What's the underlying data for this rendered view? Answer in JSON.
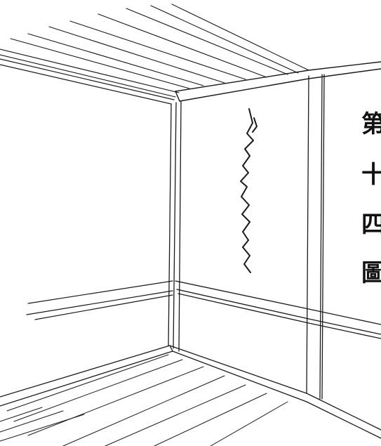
{
  "caption": {
    "chars": [
      "第",
      "十",
      "四",
      "圖"
    ]
  },
  "colors": {
    "ink": "#1a1a1a",
    "paper": "#ffffff"
  }
}
